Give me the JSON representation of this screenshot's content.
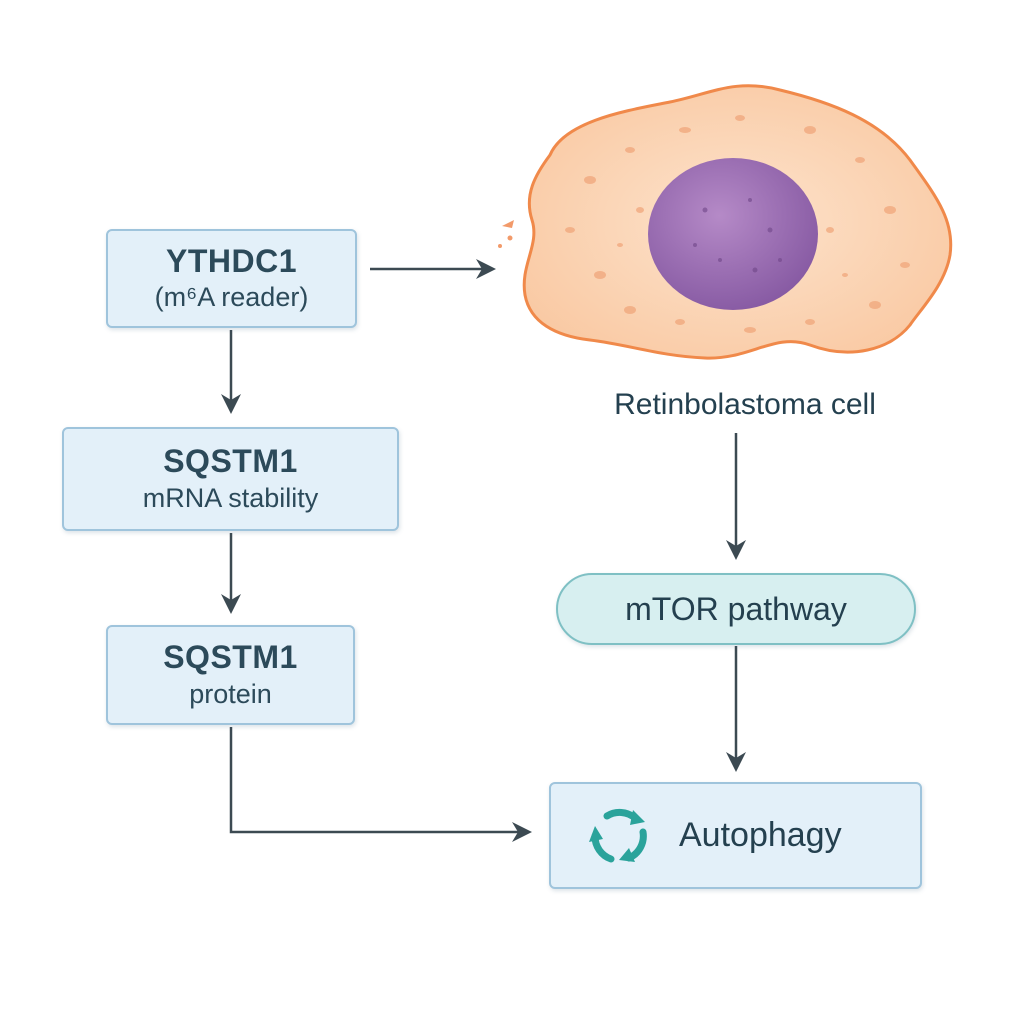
{
  "nodes": {
    "ythdc1": {
      "title": "YTHDC1",
      "subtitle": "(m⁶A reader)"
    },
    "sqstm1_mrna": {
      "title": "SQSTM1",
      "subtitle": "mRNA stability"
    },
    "sqstm1_protein": {
      "title": "SQSTM1",
      "subtitle": "protein"
    },
    "mtor": {
      "label": "mTOR pathway"
    },
    "autophagy": {
      "label": "Autophagy",
      "icon": "recycle-icon"
    }
  },
  "cell": {
    "caption": "Retinbolastoma cell"
  },
  "colors": {
    "box_fill": "#e3f0f9",
    "box_border": "#9fc4dc",
    "pill_fill": "#d7eff0",
    "pill_border": "#7fc0c4",
    "arrow": "#3c4a52",
    "cytoplasm": "#fbd6b8",
    "cell_outline": "#f0894a",
    "nucleus": "#9a6ab1",
    "recycle": "#2aa39b",
    "text": "#24404f"
  }
}
